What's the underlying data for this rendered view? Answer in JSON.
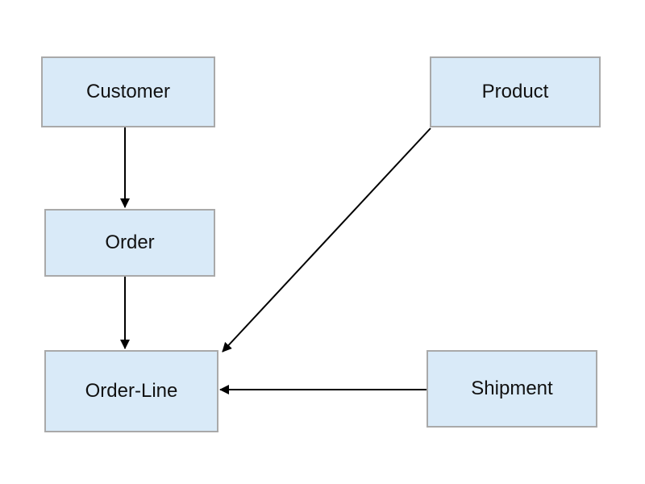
{
  "diagram": {
    "entities": {
      "customer": "Customer",
      "product": "Product",
      "order": "Order",
      "order_line": "Order-Line",
      "shipment": "Shipment"
    },
    "relationships": [
      {
        "from": "Customer",
        "to": "Order"
      },
      {
        "from": "Order",
        "to": "Order-Line"
      },
      {
        "from": "Product",
        "to": "Order-Line"
      },
      {
        "from": "Shipment",
        "to": "Order-Line"
      }
    ],
    "colors": {
      "box_fill": "#d9eaf8",
      "box_border": "#a9a9a9",
      "arrow": "#000000"
    }
  }
}
